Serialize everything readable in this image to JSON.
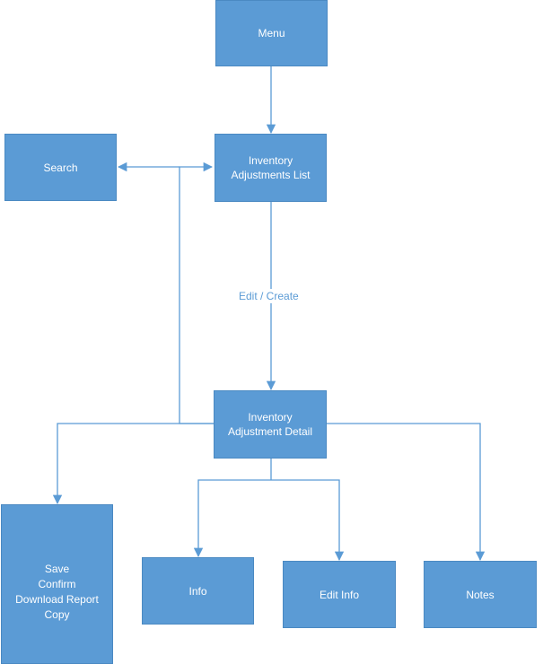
{
  "diagram": {
    "nodes": {
      "menu": "Menu",
      "list": "Inventory\nAdjustments List",
      "search": "Search",
      "detail": "Inventory\nAdjustment Detail",
      "actions": [
        "Save",
        "Confirm",
        "Download Report",
        "Copy"
      ],
      "info": "Info",
      "edit_info": "Edit Info",
      "notes": "Notes"
    },
    "edges": {
      "list_to_detail": "Edit / Create"
    },
    "colors": {
      "node_fill": "#5b9bd5",
      "connector": "#5b9bd5",
      "text": "#ffffff"
    }
  }
}
